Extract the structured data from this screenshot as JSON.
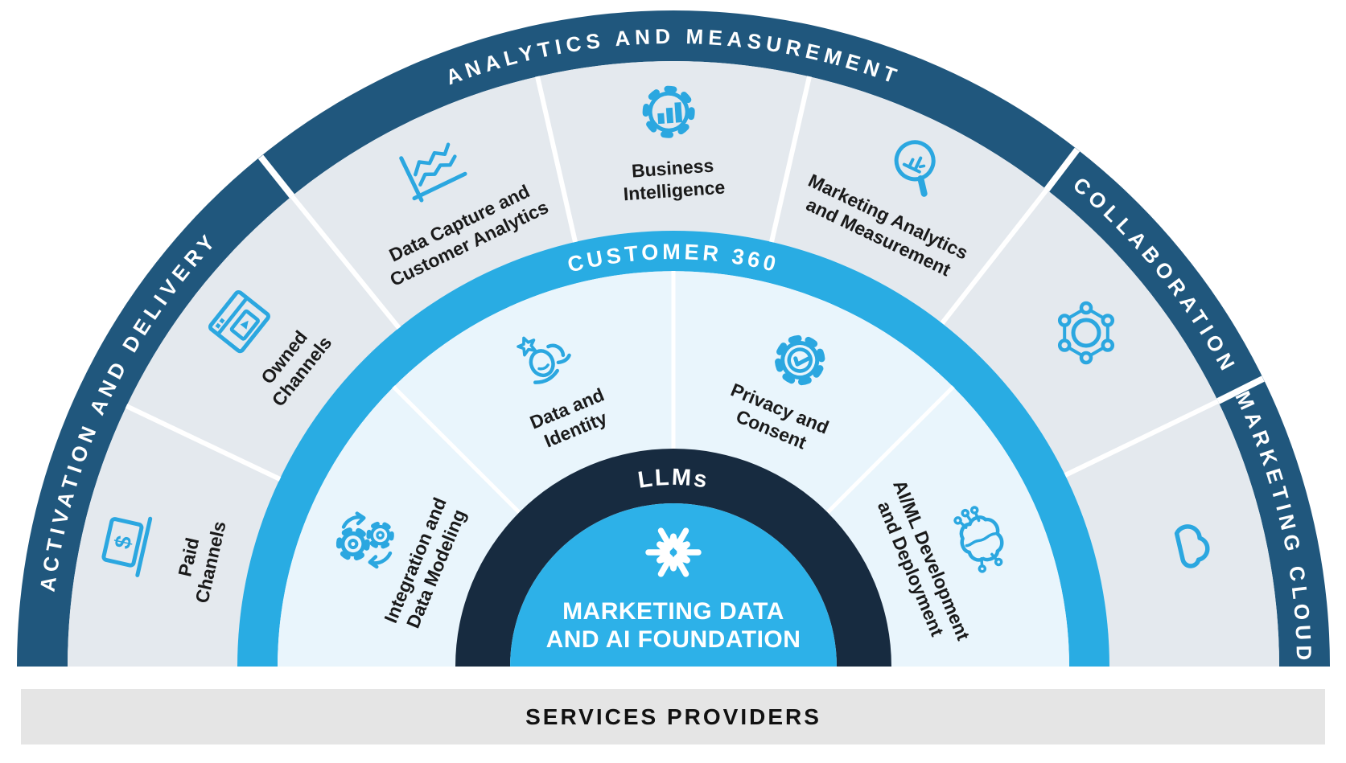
{
  "palette": {
    "outer_ring": "#20577D",
    "mid_ring": "#E4E9EE",
    "customer_band": "#29ACE3",
    "inner_ring": "#E9F5FC",
    "llm_ring": "#172B40",
    "core_circle": "#2DB1E8",
    "icon_blue": "#2BA7E0",
    "label_dark": "#1A1A1A",
    "footer_bar": "#E5E5E5",
    "divider_white": "#FFFFFF"
  },
  "outer_ring": {
    "segments": [
      {
        "id": "activation-delivery",
        "label": "ACTIVATION AND DELIVERY"
      },
      {
        "id": "analytics-measurement",
        "label": "ANALYTICS AND MEASUREMENT"
      },
      {
        "id": "collaboration",
        "label": "COLLABORATION"
      },
      {
        "id": "marketing-cloud",
        "label": "MARKETING CLOUD"
      }
    ]
  },
  "mid_ring": {
    "items": [
      {
        "id": "paid-channels",
        "icon": "laptop-dollar-icon",
        "lines": [
          "Paid",
          "Channels"
        ]
      },
      {
        "id": "owned-channels",
        "icon": "browser-video-icon",
        "lines": [
          "Owned",
          "Channels"
        ]
      },
      {
        "id": "data-capture",
        "icon": "line-chart-icon",
        "lines": [
          "Data Capture and",
          "Customer Analytics"
        ]
      },
      {
        "id": "business-intelligence",
        "icon": "gear-chart-icon",
        "lines": [
          "Business",
          "Intelligence"
        ]
      },
      {
        "id": "marketing-analytics",
        "icon": "magnifier-chart-icon",
        "lines": [
          "Marketing Analytics",
          "and Measurement"
        ]
      },
      {
        "id": "collaboration-icon-segment",
        "icon": "network-nodes-icon",
        "lines": []
      },
      {
        "id": "marketing-cloud-icon-segment",
        "icon": "cloud-icon",
        "lines": []
      }
    ]
  },
  "band": {
    "label": "CUSTOMER 360"
  },
  "inner_ring": {
    "items": [
      {
        "id": "integration-data-modeling",
        "icon": "sync-gears-icon",
        "lines": [
          "Integration and",
          "Data Modeling"
        ]
      },
      {
        "id": "data-and-identity",
        "icon": "people-star-icon",
        "lines": [
          "Data and",
          "Identity"
        ]
      },
      {
        "id": "privacy-and-consent",
        "icon": "gear-check-icon",
        "lines": [
          "Privacy and",
          "Consent"
        ]
      },
      {
        "id": "ai-ml-development",
        "icon": "brain-circuit-icon",
        "lines": [
          "AI/ML Development",
          "and Deployment"
        ]
      }
    ]
  },
  "llm_ring": {
    "label": "LLMs"
  },
  "core": {
    "logo": "snowflake-logo",
    "title_line1": "MARKETING DATA",
    "title_line2": "AND AI FOUNDATION"
  },
  "footer": {
    "label": "SERVICES PROVIDERS"
  },
  "glyphs": {
    "dollar": "$"
  }
}
